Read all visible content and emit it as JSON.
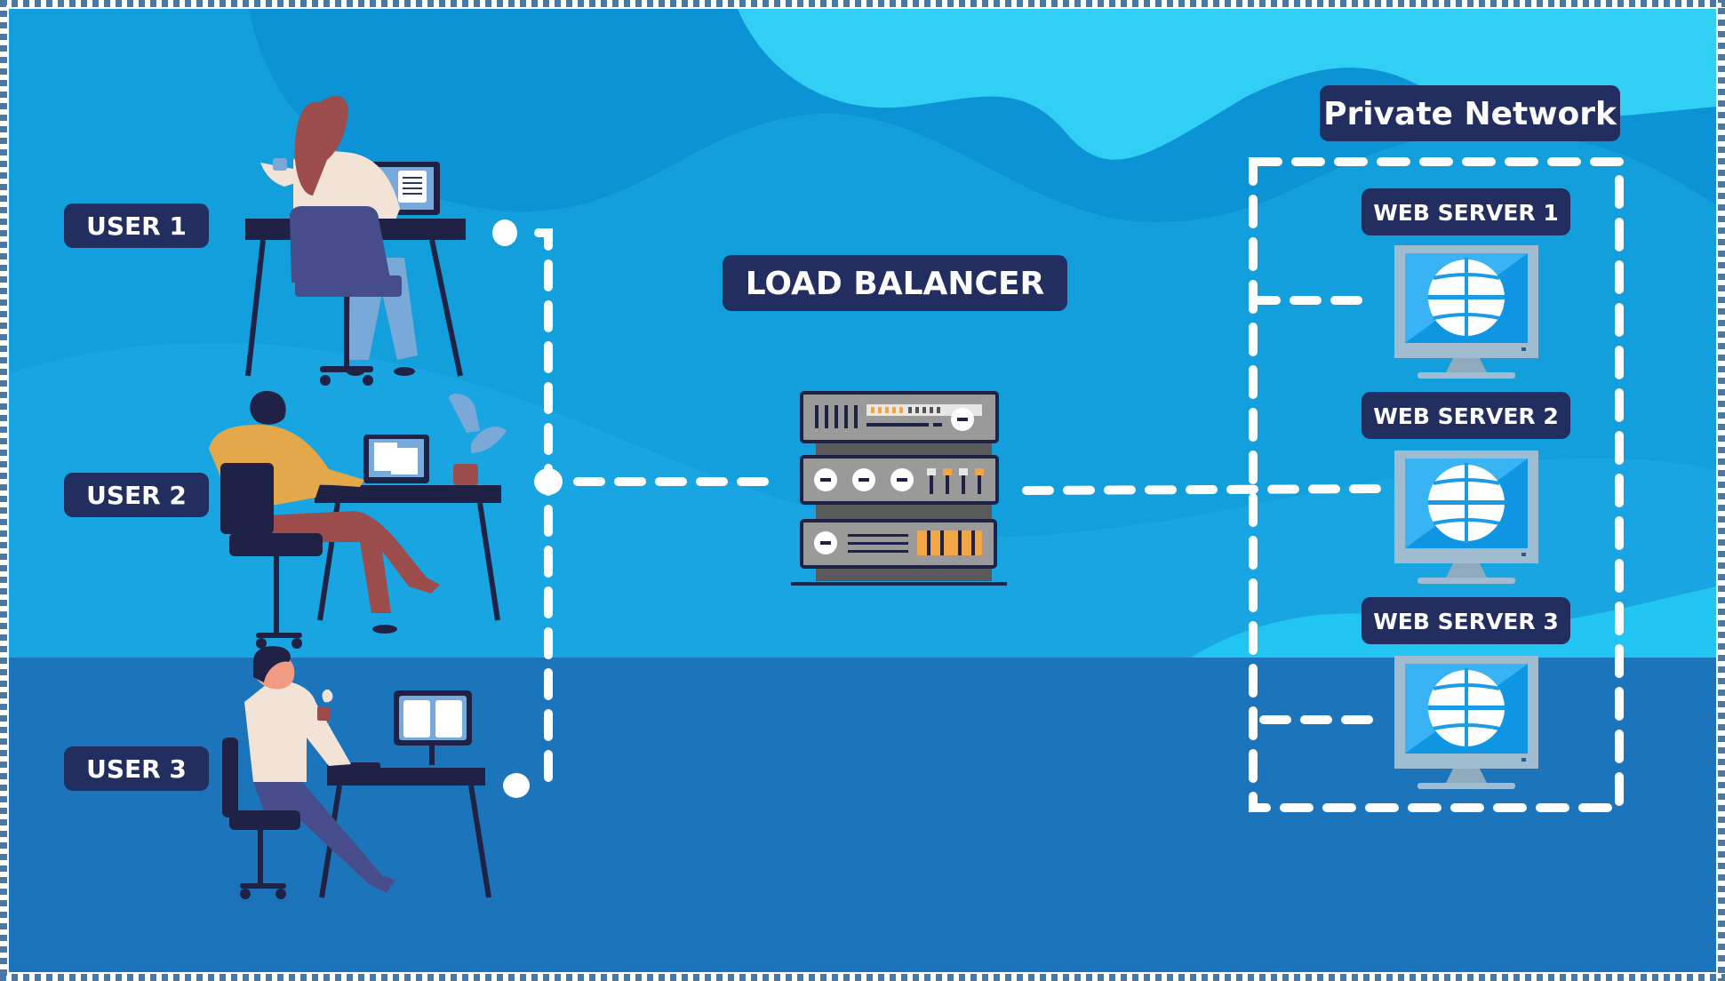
{
  "title": "Load Balancer Architecture",
  "users": [
    {
      "label": "USER 1"
    },
    {
      "label": "USER 2"
    },
    {
      "label": "USER 3"
    }
  ],
  "load_balancer": {
    "label": "LOAD BALANCER"
  },
  "private_network": {
    "label": "Private Network"
  },
  "web_servers": [
    {
      "label": "WEB SERVER 1"
    },
    {
      "label": "WEB SERVER 2"
    },
    {
      "label": "WEB SERVER 3"
    }
  ],
  "colors": {
    "label_bg": "#222e5f",
    "label_text": "#ffffff",
    "bg_upper": "#139fdb",
    "bg_lower": "#1c75bb",
    "wave_light": "#32cff5",
    "connector": "#ffffff",
    "border_pattern": "#4a78a2"
  }
}
